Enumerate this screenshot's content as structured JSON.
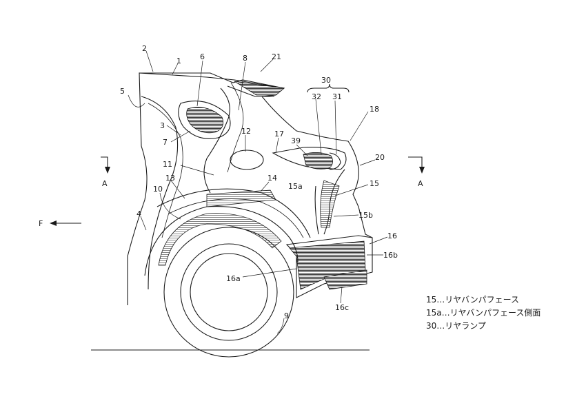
{
  "labels": {
    "n1": "1",
    "n2": "2",
    "n3": "3",
    "n4": "4",
    "n5": "5",
    "n6": "6",
    "n7": "7",
    "n8": "8",
    "n9": "9",
    "n10": "10",
    "n11": "11",
    "n12": "12",
    "n13": "13",
    "n14": "14",
    "n15": "15",
    "n15a": "15a",
    "n15b": "15b",
    "n16": "16",
    "n16a": "16a",
    "n16b": "16b",
    "n16c": "16c",
    "n17": "17",
    "n18": "18",
    "n20": "20",
    "n21": "21",
    "n30": "30",
    "n31": "31",
    "n32": "32",
    "n39": "39",
    "sectionA_left": "A",
    "sectionA_right": "A",
    "front": "F"
  },
  "legend": [
    "15…リヤバンパフェース",
    "15a…リヤバンパフェース側面",
    "30…リヤランプ"
  ]
}
